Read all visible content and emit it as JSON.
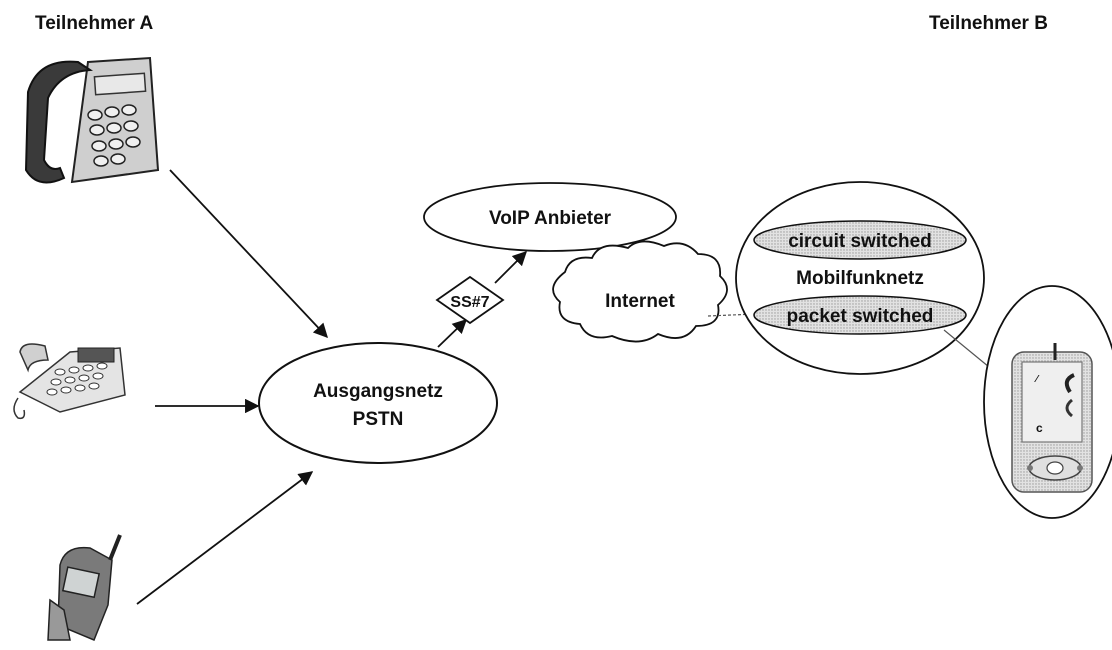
{
  "participants": {
    "a_label": "Teilnehmer A",
    "b_label": "Teilnehmer B"
  },
  "nodes": {
    "pstn_line1": "Ausgangsnetz",
    "pstn_line2": "PSTN",
    "ss7": "SS#7",
    "voip": "VoIP Anbieter",
    "internet": "Internet",
    "mobile_circuit": "circuit switched",
    "mobile_net": "Mobilfunknetz",
    "mobile_packet": "packet switched"
  },
  "icons": {
    "phone_a1": "desk-telephone-icon",
    "phone_a2": "cordless-telephone-icon",
    "phone_a3": "mobile-phone-icon",
    "phone_b": "smartphone-icon"
  },
  "colors": {
    "line": "#111111",
    "shading": "#bdbdbd",
    "background": "#ffffff"
  }
}
